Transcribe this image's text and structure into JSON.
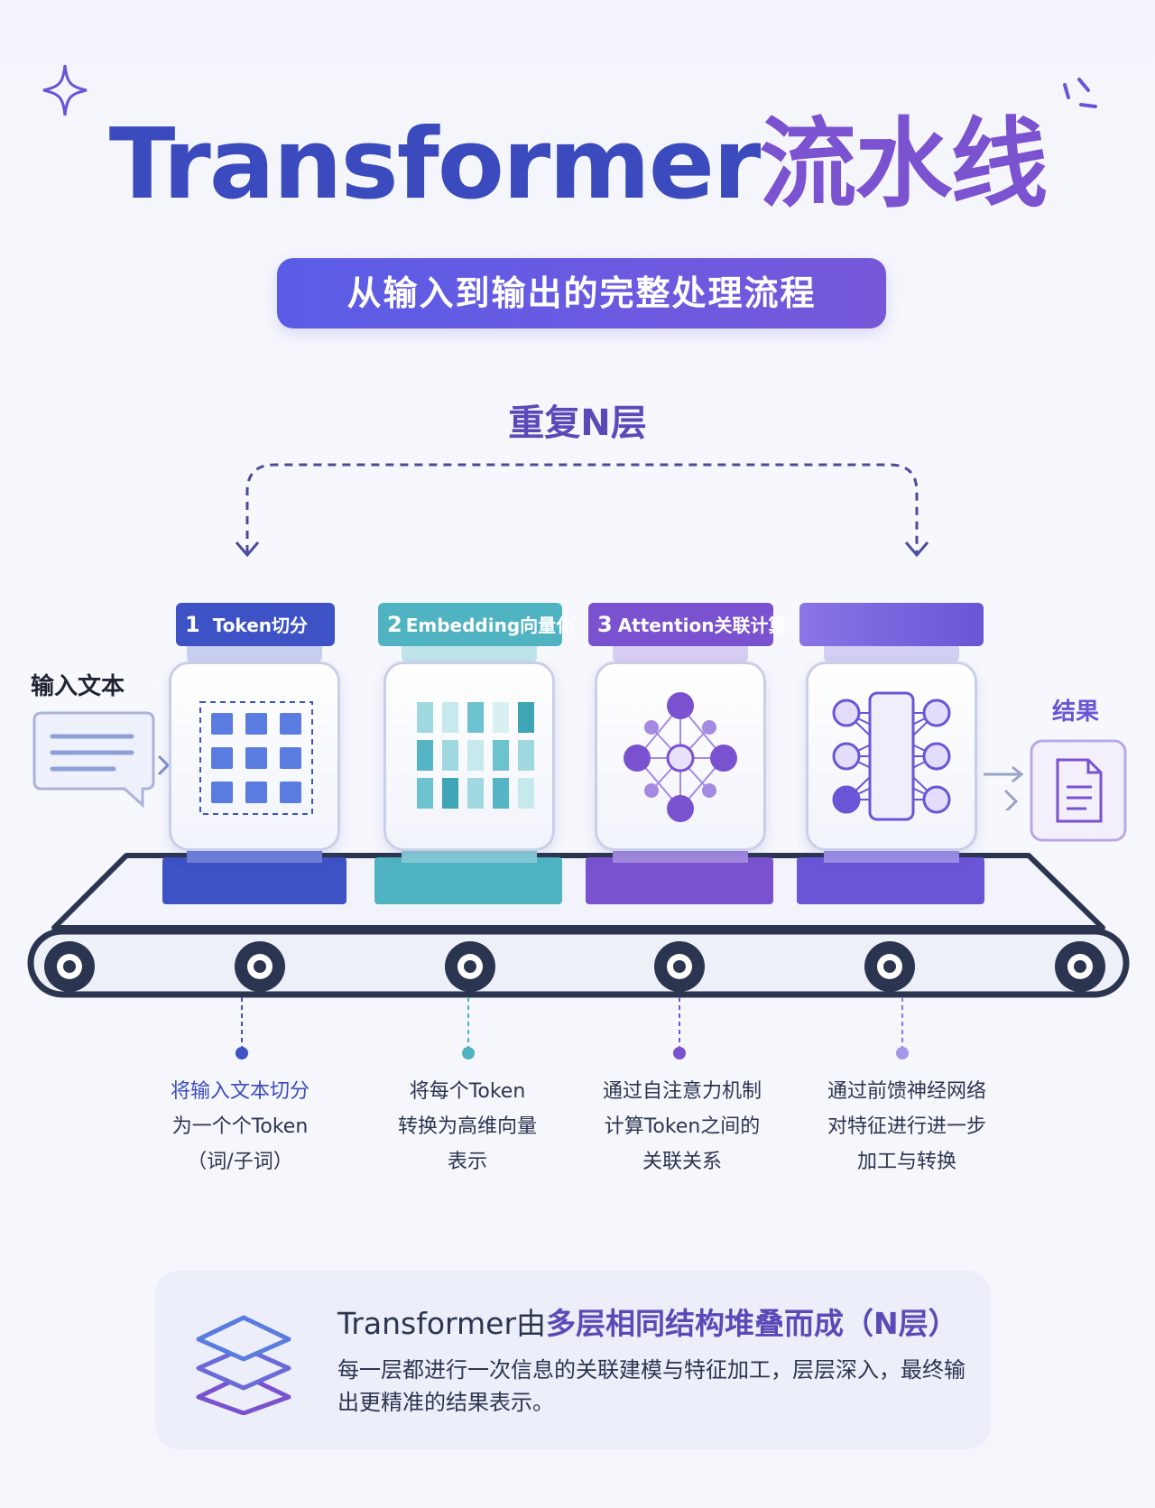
{
  "title": {
    "en": "Transformer",
    "zh": "流水线"
  },
  "subtitle": "从输入到输出的完整处理流程",
  "repeat_label": "重复N层",
  "input_label": "输入文本",
  "result_label": "结果",
  "steps": [
    {
      "num": "1",
      "label": "Token切分",
      "desc": [
        "将输入文本切分",
        "为一个个Token",
        "（词/子词）"
      ]
    },
    {
      "num": "2",
      "label": "Embedding向量化",
      "desc": [
        "将每个Token",
        "转换为高维向量",
        "表示"
      ]
    },
    {
      "num": "3",
      "label": "Attention关联计算",
      "desc": [
        "通过自注意力机制",
        "计算Token之间的",
        "关联关系"
      ]
    },
    {
      "num": "",
      "label": "",
      "desc": [
        "通过前馈神经网络",
        "对特征进行进一步",
        "加工与转换"
      ]
    }
  ],
  "summary": {
    "title_prefix": "Transformer由",
    "title_highlight": "多层相同结构堆叠",
    "title_suffix": "而成（N层）",
    "body": "每一层都进行一次信息的关联建模与特征加工，层层深入，最终输出更精准的结果表示。"
  },
  "colors": {
    "step1": "#3d52c4",
    "step2": "#4fb3c2",
    "step3": "#7a52cf",
    "step4": "#6a55d6",
    "title_en": "#3b4bbd",
    "title_zh": "#7b52cf",
    "belt": "#2c3550"
  }
}
